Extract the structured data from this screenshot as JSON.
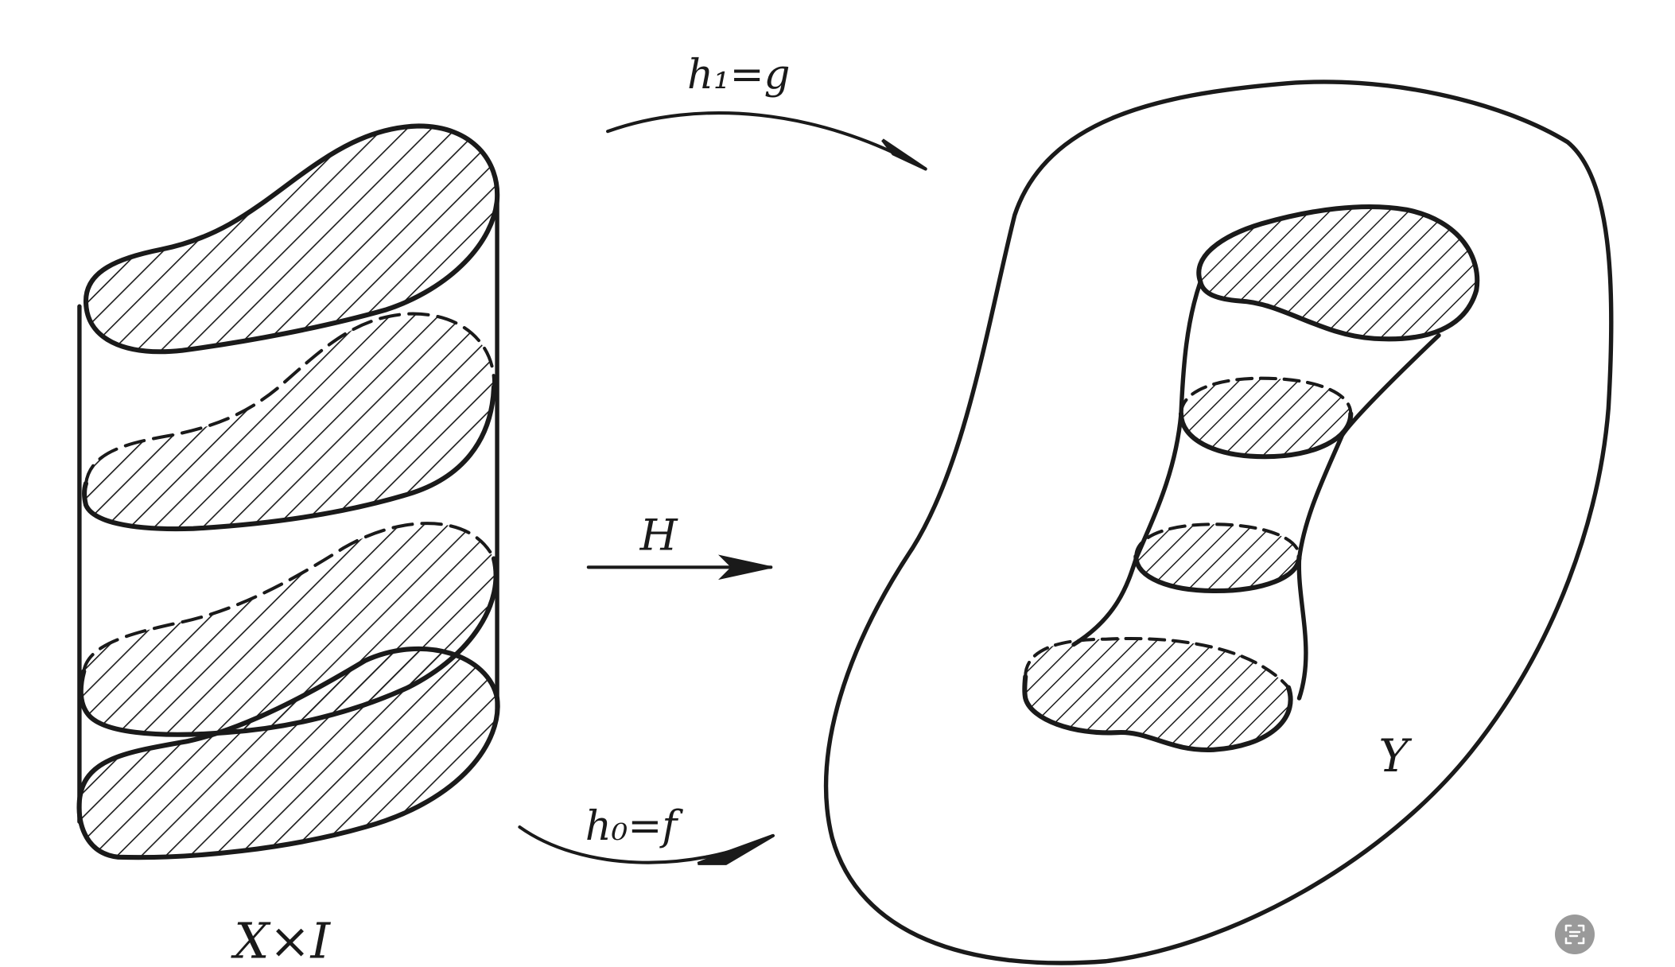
{
  "labels": {
    "top_arrow": "h₁=g",
    "middle_arrow": "H",
    "bottom_arrow": "h₀=f",
    "domain": "X×I",
    "codomain": "Y"
  },
  "colors": {
    "ink": "#1a1a1a",
    "background": "#ffffff",
    "button": "#9a9a9a"
  },
  "icons": {
    "corner_button": "text-scan-icon"
  }
}
